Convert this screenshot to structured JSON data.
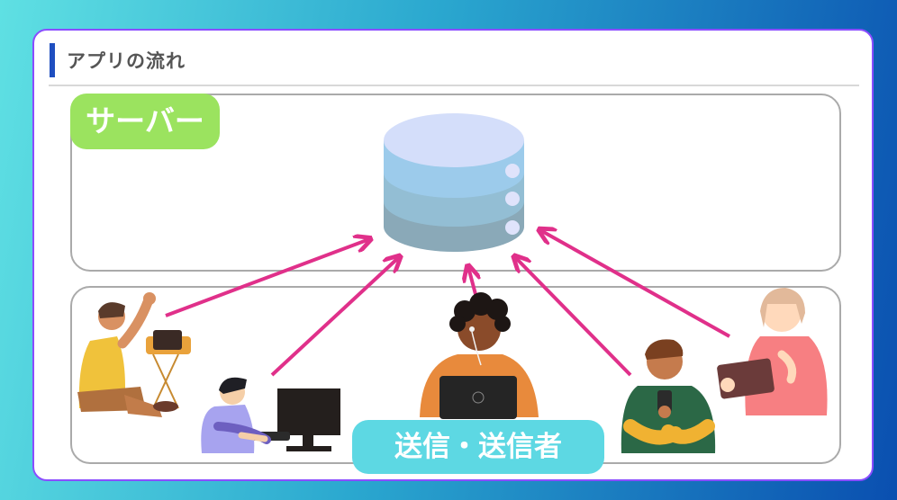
{
  "slide": {
    "title": "アプリの流れ"
  },
  "server": {
    "label": "サーバー",
    "icon": "database-icon"
  },
  "clients": {
    "label": "送信・送信者",
    "people": [
      "person-waving-laptop",
      "person-typing-desktop",
      "person-laptop-headphones",
      "person-phone",
      "person-tablet"
    ]
  },
  "colors": {
    "arrow": "#e0308a",
    "server_pill": "#9be35f",
    "client_pill": "#5dd8e3",
    "frame_border": "#8a4dff"
  }
}
